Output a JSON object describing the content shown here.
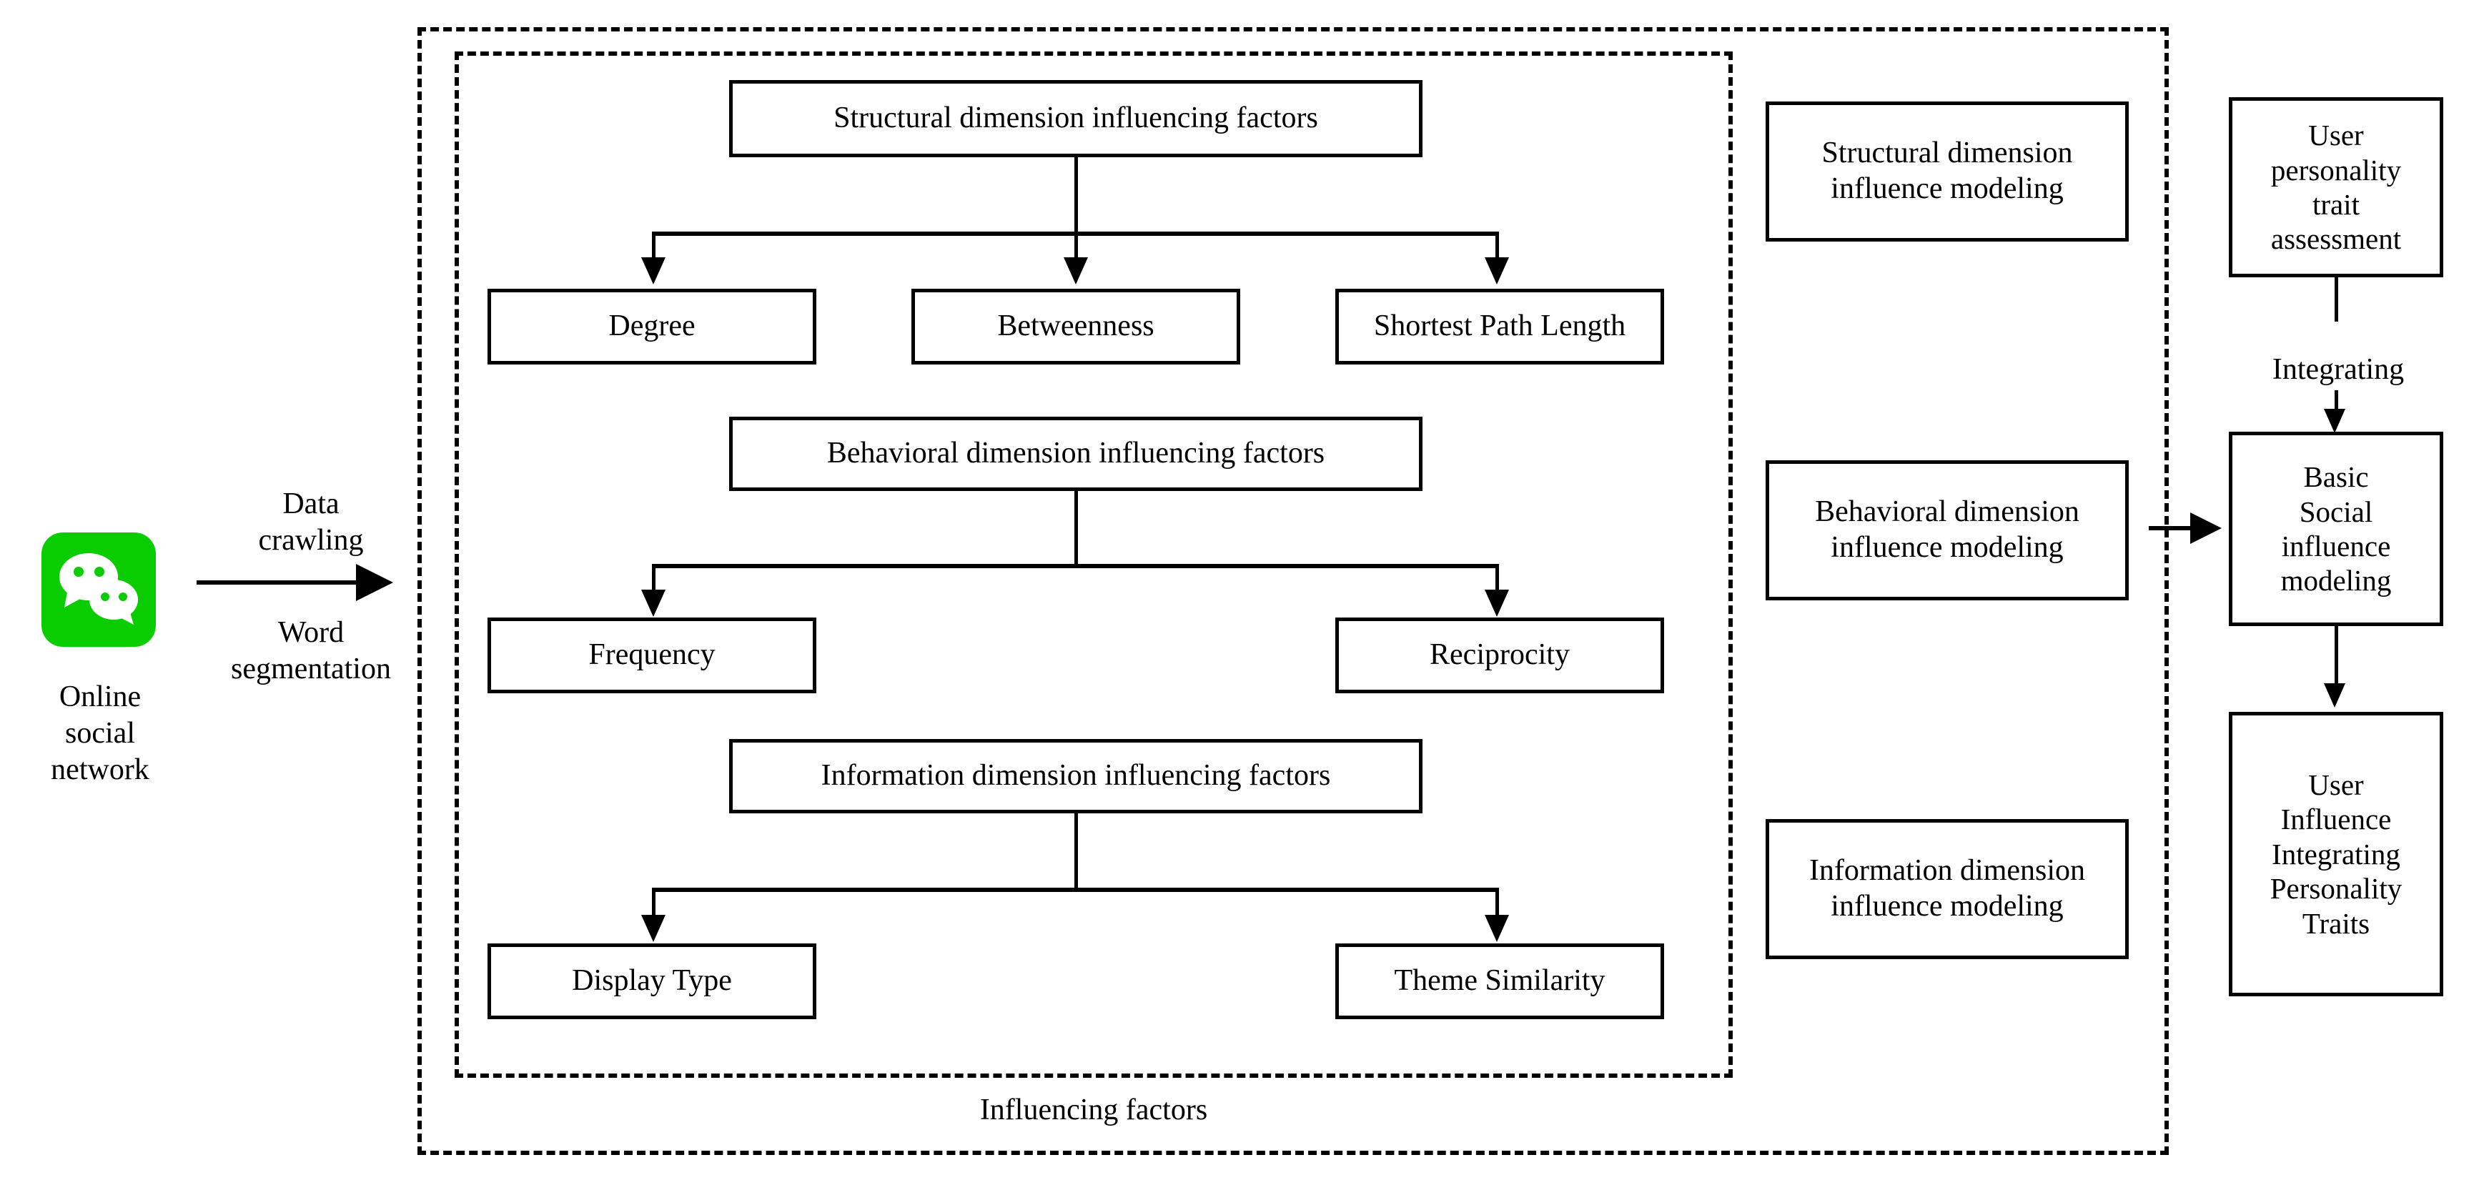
{
  "source": {
    "icon": "wechat-logo-icon",
    "icon_color": "#0ACD00",
    "label": "Online\nsocial\nnetwork"
  },
  "flow_arrow": {
    "label_top": "Data\ncrawling",
    "label_bottom": "Word\nsegmentation"
  },
  "influencing_factors": {
    "group_label": "Influencing factors",
    "branches": [
      {
        "parent": "Structural dimension influencing factors",
        "children": [
          "Degree",
          "Betweenness",
          "Shortest Path Length"
        ]
      },
      {
        "parent": "Behavioral  dimension influencing factors",
        "children": [
          "Frequency",
          "Reciprocity"
        ]
      },
      {
        "parent": "Information dimension influencing factors",
        "children": [
          "Display Type",
          "Theme Similarity"
        ]
      }
    ]
  },
  "modeling_column": {
    "items": [
      "Structural dimension\ninfluence modeling",
      "Behavioral  dimension\ninfluence modeling",
      "Information dimension\ninfluence modeling"
    ]
  },
  "integration_column": {
    "assessment_box": "User\npersonality\ntrait\nassessment",
    "integrating_label": "Integrating",
    "basic_model_box": "Basic\nSocial\ninfluence\nmodeling",
    "result_box": "User\nInfluence\nIntegrating\nPersonality\nTraits"
  },
  "colors": {
    "stroke": "#000000",
    "background": "#ffffff",
    "brand_green": "#0ACD00"
  }
}
